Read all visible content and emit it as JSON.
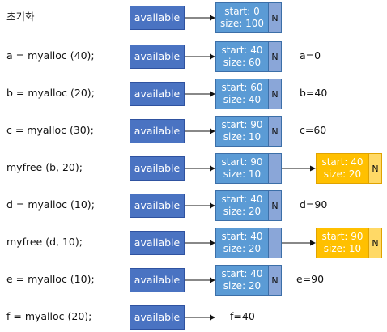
{
  "steps": [
    {
      "label": "초기화",
      "available": "available",
      "block": {
        "start": "start: 0",
        "size": "size: 100",
        "n": "N"
      },
      "result": ""
    },
    {
      "label": "a = myalloc (40);",
      "available": "available",
      "block": {
        "start": "start: 40",
        "size": "size: 60",
        "n": "N"
      },
      "result": "a=0"
    },
    {
      "label": "b = myalloc (20);",
      "available": "available",
      "block": {
        "start": "start: 60",
        "size": "size: 40",
        "n": "N"
      },
      "result": "b=40"
    },
    {
      "label": "c = myalloc (30);",
      "available": "available",
      "block": {
        "start": "start: 90",
        "size": "size: 10",
        "n": "N"
      },
      "result": "c=60"
    },
    {
      "label": "myfree (b, 20);",
      "available": "available",
      "block": {
        "start": "start: 90",
        "size": "size: 10",
        "n": ""
      },
      "next": {
        "start": "start: 40",
        "size": "size: 20",
        "n": "N"
      },
      "result": ""
    },
    {
      "label": "d = myalloc (10);",
      "available": "available",
      "block": {
        "start": "start: 40",
        "size": "size: 20",
        "n": "N"
      },
      "result": "d=90"
    },
    {
      "label": "myfree (d, 10);",
      "available": "available",
      "block": {
        "start": "start: 40",
        "size": "size: 20",
        "n": ""
      },
      "next": {
        "start": "start: 90",
        "size": "size: 10",
        "n": "N"
      },
      "result": ""
    },
    {
      "label": "e = myalloc (10);",
      "available": "available",
      "block": {
        "start": "start: 40",
        "size": "size: 20",
        "n": "N"
      },
      "result": "e=90"
    },
    {
      "label": "f = myalloc (20);",
      "available": "available",
      "result": "f=40"
    }
  ],
  "colors": {
    "available": "#4a73c2",
    "block": "#5b9bd5",
    "freed": "#ffc000"
  }
}
